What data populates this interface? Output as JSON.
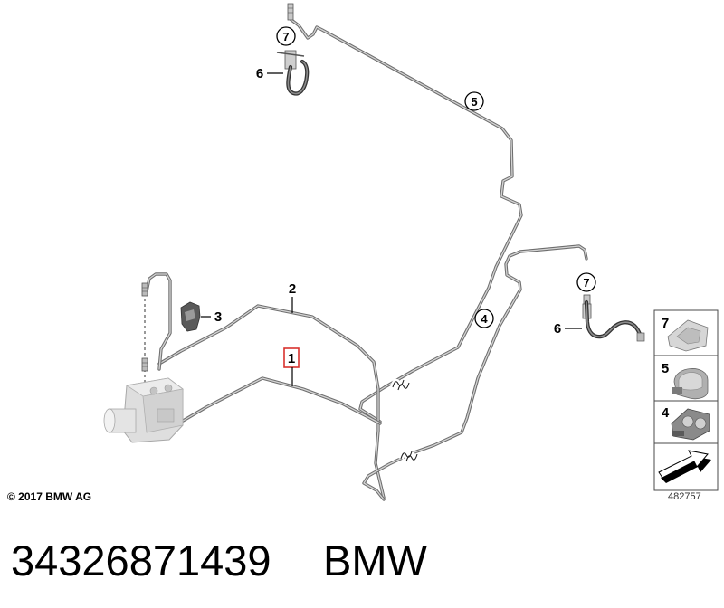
{
  "copyright": "© 2017 BMW AG",
  "image_number": "482757",
  "part_number": "34326871439",
  "brand": "BMW",
  "callouts": {
    "top_fitting": "7",
    "top_hose": "6",
    "upper_line": "5",
    "line_2": "2",
    "clip": "3",
    "line_1": "1",
    "lower_line": "4",
    "right_fitting": "7",
    "right_hose": "6"
  },
  "legend": [
    {
      "label": "7",
      "icon": "bracket-clip-icon"
    },
    {
      "label": "5",
      "icon": "single-pipe-clip-icon"
    },
    {
      "label": "4",
      "icon": "double-pipe-clip-icon"
    },
    {
      "label": "",
      "icon": "direction-arrow-icon"
    }
  ],
  "colors": {
    "highlight": "#d9322e",
    "pipe": "#6e6e6e",
    "hose": "#333333"
  }
}
